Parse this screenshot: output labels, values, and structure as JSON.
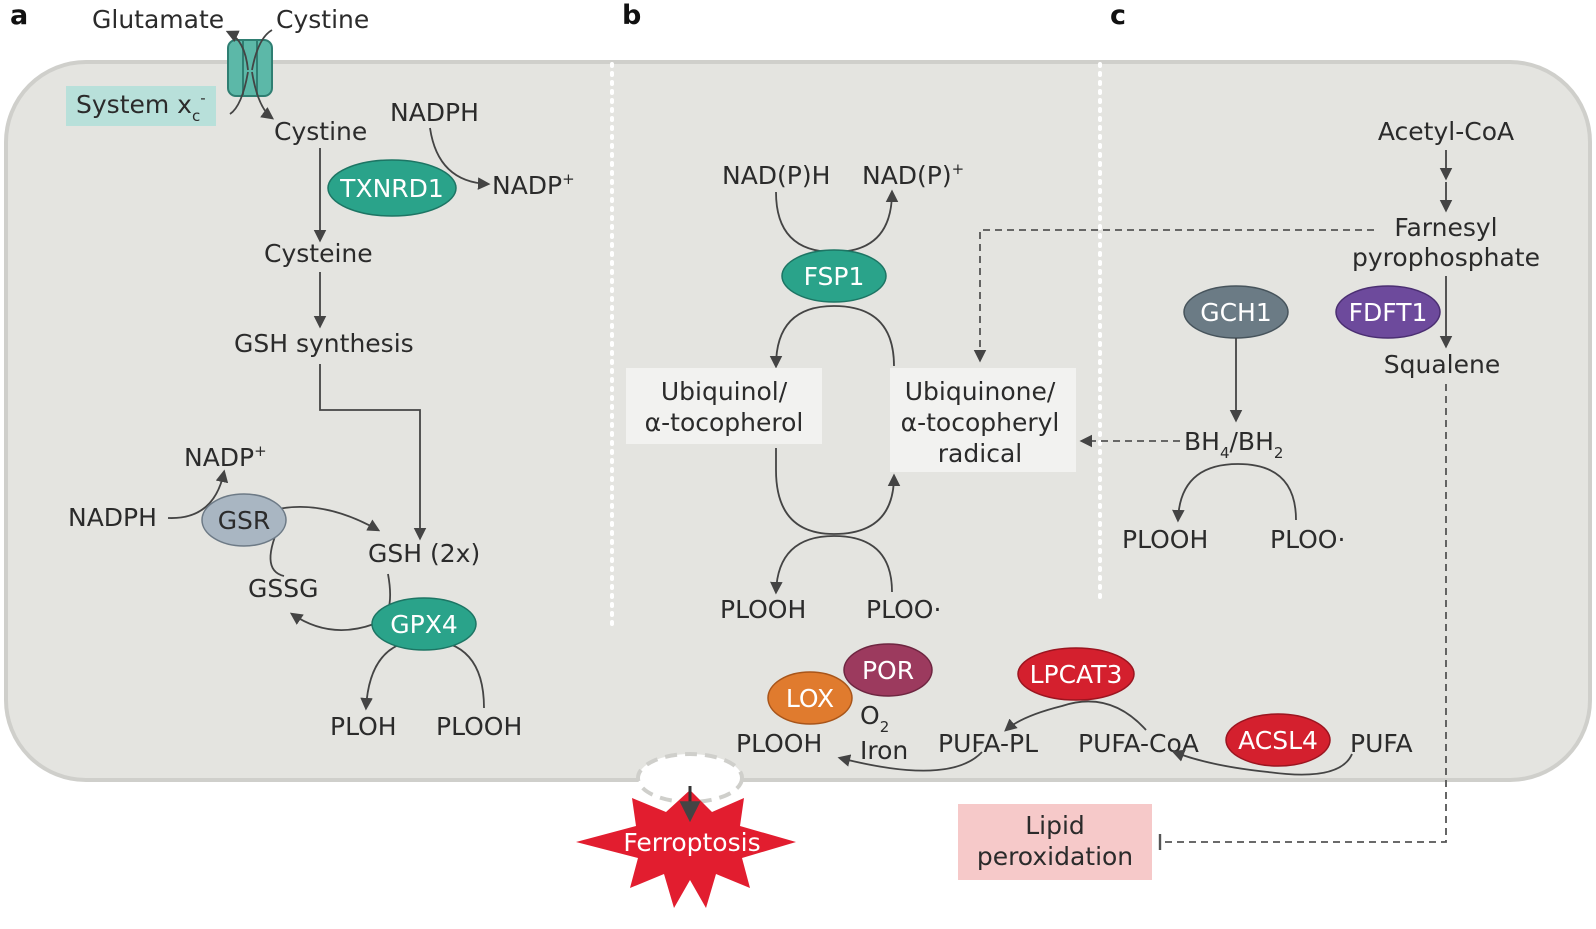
{
  "colors": {
    "cell": "#e4e4e0",
    "cell_border": "#cfcfcb",
    "green_enzyme": "#2aa38a",
    "grey_enzyme": "#a9b6c2",
    "slate_enzyme": "#6b7b85",
    "purple_enzyme": "#6d4a9c",
    "red_enzyme": "#d4202e",
    "orange_enzyme": "#e07b2e",
    "mauve_enzyme": "#9c3a5e",
    "system_xc_box": "#b8e0da",
    "lipid_box": "#f6c9c9",
    "burst": "#e21d2f"
  },
  "panels": {
    "a": "a",
    "b": "b",
    "c": "c"
  },
  "panel_a": {
    "glutamate": "Glutamate",
    "cystine_out": "Cystine",
    "system_xc": "System x",
    "system_xc_sub": "c",
    "system_xc_sup": "-",
    "cystine_in": "Cystine",
    "nadph_top": "NADPH",
    "txnrd1": "TXNRD1",
    "nadp_top": "NADP",
    "nadp_top_sup": "+",
    "cysteine": "Cysteine",
    "gsh_synthesis": "GSH synthesis",
    "nadp_left": "NADP",
    "nadp_left_sup": "+",
    "nadph_left": "NADPH",
    "gsr": "GSR",
    "gsh2x": "GSH (2x)",
    "gssg": "GSSG",
    "gpx4": "GPX4",
    "ploh": "PLOH",
    "plooh": "PLOOH"
  },
  "panel_b": {
    "nadph": "NAD(P)H",
    "nadp": "NAD(P)",
    "nadp_sup": "+",
    "fsp1": "FSP1",
    "ubiquinol_1": "Ubiquinol/",
    "ubiquinol_2": "α-tocopherol",
    "ubiquinone_1": "Ubiquinone/",
    "ubiquinone_2": "α-tocopheryl",
    "ubiquinone_3": "radical",
    "plooh": "PLOOH",
    "ploo": "PLOO·"
  },
  "panel_c": {
    "acetyl_coa": "Acetyl-CoA",
    "farnesyl_1": "Farnesyl",
    "farnesyl_2": "pyrophosphate",
    "gch1": "GCH1",
    "fdft1": "FDFT1",
    "squalene": "Squalene",
    "bh4": "BH",
    "bh4_sub": "4",
    "bh2": "/BH",
    "bh2_sub": "2",
    "plooh": "PLOOH",
    "ploo": "PLOO·"
  },
  "bottom": {
    "por": "POR",
    "lox": "LOX",
    "o2": "O",
    "o2_sub": "2",
    "iron": "Iron",
    "plooh": "PLOOH",
    "lpcat3": "LPCAT3",
    "pufa_pl": "PUFA-PL",
    "pufa_coa": "PUFA-CoA",
    "acsl4": "ACSL4",
    "pufa": "PUFA",
    "ferroptosis": "Ferroptosis",
    "lipid_1": "Lipid",
    "lipid_2": "peroxidation"
  }
}
